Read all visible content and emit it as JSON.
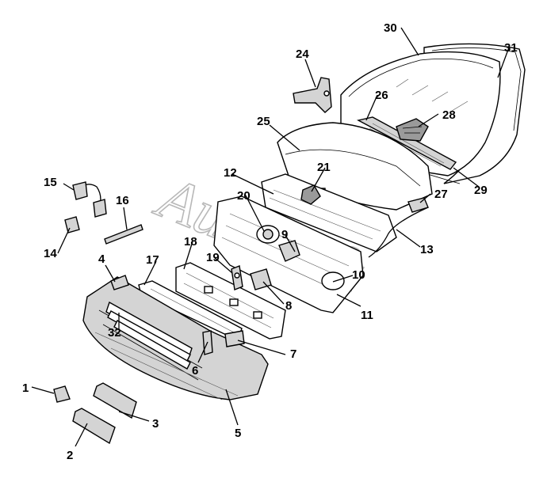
{
  "watermark": {
    "text": "AutoSoft"
  },
  "callouts": [
    {
      "id": "1",
      "label": "1"
    },
    {
      "id": "2",
      "label": "2"
    },
    {
      "id": "3",
      "label": "3"
    },
    {
      "id": "4",
      "label": "4"
    },
    {
      "id": "5",
      "label": "5"
    },
    {
      "id": "6",
      "label": "6"
    },
    {
      "id": "7",
      "label": "7"
    },
    {
      "id": "8",
      "label": "8"
    },
    {
      "id": "9",
      "label": "9"
    },
    {
      "id": "10",
      "label": "10"
    },
    {
      "id": "11",
      "label": "11"
    },
    {
      "id": "12",
      "label": "12"
    },
    {
      "id": "13",
      "label": "13"
    },
    {
      "id": "14",
      "label": "14"
    },
    {
      "id": "15",
      "label": "15"
    },
    {
      "id": "16",
      "label": "16"
    },
    {
      "id": "17",
      "label": "17"
    },
    {
      "id": "18",
      "label": "18"
    },
    {
      "id": "19",
      "label": "19"
    },
    {
      "id": "20",
      "label": "20"
    },
    {
      "id": "21",
      "label": "21"
    },
    {
      "id": "24",
      "label": "24"
    },
    {
      "id": "25",
      "label": "25"
    },
    {
      "id": "26",
      "label": "26"
    },
    {
      "id": "27",
      "label": "27"
    },
    {
      "id": "28",
      "label": "28"
    },
    {
      "id": "29",
      "label": "29"
    },
    {
      "id": "30",
      "label": "30"
    },
    {
      "id": "31",
      "label": "31"
    },
    {
      "id": "32",
      "label": "32"
    }
  ]
}
